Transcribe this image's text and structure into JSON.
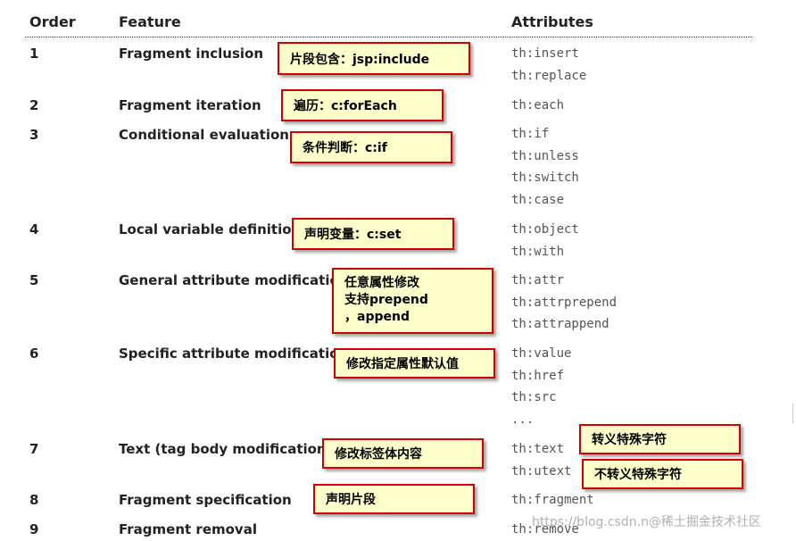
{
  "table": {
    "headers": {
      "order": "Order",
      "feature": "Feature",
      "attributes": "Attributes"
    },
    "rows": [
      {
        "order": "1",
        "feature": "Fragment inclusion",
        "attributes": [
          "th:insert",
          "th:replace"
        ],
        "note": "片段包含：jsp:include"
      },
      {
        "order": "2",
        "feature": "Fragment iteration",
        "attributes": [
          "th:each"
        ],
        "note": "遍历：c:forEach"
      },
      {
        "order": "3",
        "feature": "Conditional evaluation",
        "attributes": [
          "th:if",
          "th:unless",
          "th:switch",
          "th:case"
        ],
        "note": "条件判断：c:if"
      },
      {
        "order": "4",
        "feature": "Local variable definition",
        "attributes": [
          "th:object",
          "th:with"
        ],
        "note": "声明变量：c:set"
      },
      {
        "order": "5",
        "feature": "General attribute modification",
        "attributes": [
          "th:attr",
          "th:attrprepend",
          "th:attrappend"
        ],
        "note": "任意属性修改\n支持prepend\n，append"
      },
      {
        "order": "6",
        "feature": "Specific attribute modification",
        "attributes": [
          "th:value",
          "th:href",
          "th:src",
          "..."
        ],
        "note": "修改指定属性默认值"
      },
      {
        "order": "7",
        "feature": "Text (tag body modification)",
        "attributes": [
          "th:text",
          "th:utext"
        ],
        "note": "修改标签体内容",
        "extra_notes": [
          "转义特殊字符",
          "不转义特殊字符"
        ]
      },
      {
        "order": "8",
        "feature": "Fragment specification",
        "attributes": [
          "th:fragment"
        ],
        "note": "声明片段"
      },
      {
        "order": "9",
        "feature": "Fragment removal",
        "attributes": [
          "th:remove"
        ]
      }
    ]
  },
  "watermark": "https://blog.csdn.n@稀土掘金技术社区",
  "colors": {
    "note_bg": "#ffffcc",
    "note_border": "#cc0000",
    "text": "#222222",
    "attr_text": "#555555"
  }
}
